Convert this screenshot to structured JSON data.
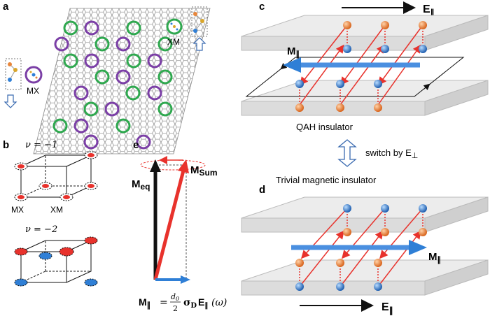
{
  "panels": {
    "a": "a",
    "b": "b",
    "c": "c",
    "d": "d",
    "e": "e"
  },
  "panel_a": {
    "xm_label": "XM",
    "mx_label": "MX"
  },
  "panel_b": {
    "nu1_label": "ν = −1",
    "nu2_label": "ν = −2",
    "mx_label": "MX",
    "xm_label": "XM"
  },
  "panel_c": {
    "field_label": "E",
    "field_sub": "∥",
    "moment_label": "M",
    "moment_sub": "∥",
    "caption": "QAH insulator"
  },
  "switch": {
    "label": "switch by E",
    "sub": "⊥"
  },
  "panel_d": {
    "title": "Trivial magnetic insulator",
    "field_label": "E",
    "field_sub": "∥",
    "moment_label": "M",
    "moment_sub": "∥"
  },
  "panel_e": {
    "meq_label": "M",
    "meq_sub": "eq",
    "msum_label": "M",
    "msum_sub": "Sum",
    "formula_lhs": "M",
    "formula_lhs_sub": "∥",
    "formula_eq": "=",
    "formula_num": "d",
    "formula_num_sub": "0",
    "formula_den": "2",
    "formula_sigma": "σ",
    "formula_sigma_sub": "D",
    "formula_E": "E",
    "formula_E_sub": "∥",
    "formula_omega": "(ω)"
  },
  "colors": {
    "red": "#e8322c",
    "blue": "#2f7fd6",
    "orange": "#e8863a",
    "green": "#2fa84f",
    "purple": "#7b3fa6",
    "slab": "#d9d9d9"
  }
}
